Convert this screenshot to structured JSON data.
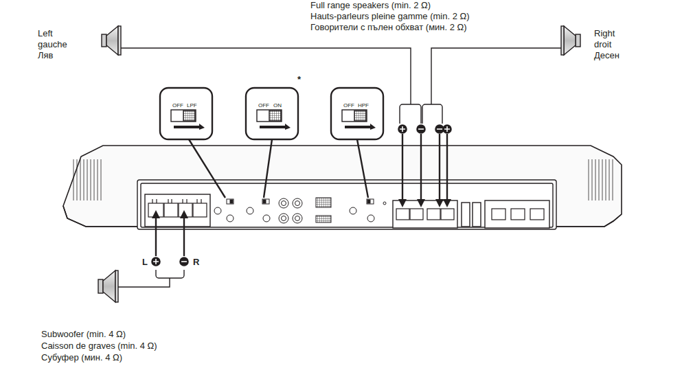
{
  "diagram": {
    "labels": [
      "Full range speakers (min. 2 Ω)",
      "Hauts-parleurs pleine gamme (min. 2 Ω)",
      "Говорители с пълен обхват (мин. 2 Ω)",
      "Left",
      "gauche",
      "Ляв",
      "Right",
      "droit",
      "Десен",
      "*",
      "OFF",
      "LPF",
      "OFF",
      "ON",
      "OFF",
      "HPF",
      "L",
      "R",
      "Subwoofer (min. 4 Ω)",
      "Caisson de graves (min. 4 Ω)",
      "Субуфер (мин. 4 Ω)"
    ]
  }
}
